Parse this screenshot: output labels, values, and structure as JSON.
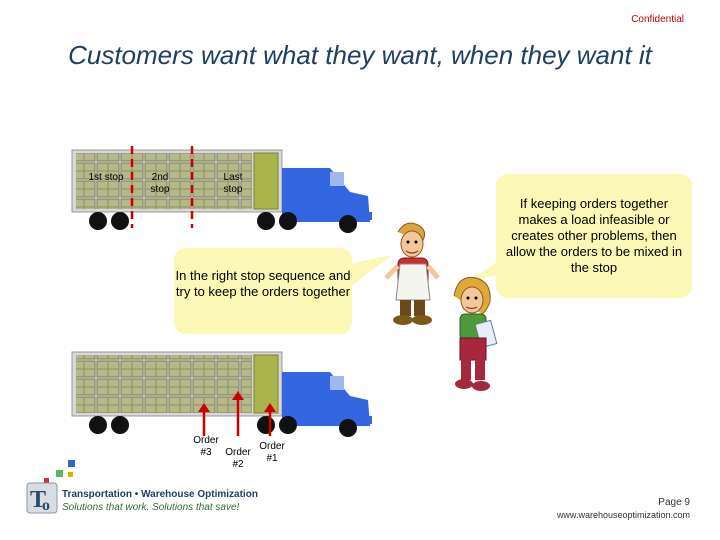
{
  "header": {
    "confidential": "Confidential",
    "title": "Customers want what they want, when they want it"
  },
  "truck_top": {
    "stops": [
      "1st stop",
      "2nd stop",
      "Last stop"
    ]
  },
  "callouts": {
    "left": "In the right stop sequence and try to keep the orders together",
    "right": "If keeping orders together makes a load infeasible or creates other problems, then allow the orders to be mixed in the stop"
  },
  "truck_bottom": {
    "orders": [
      "Order #3",
      "Order #2",
      "Order #1"
    ]
  },
  "footer": {
    "logo_line1": "Transportation • Warehouse Optimization",
    "logo_line2": "Solutions that work. Solutions that save!",
    "page": "Page 9",
    "website": "www.warehouseoptimization.com"
  },
  "colors": {
    "title": "#1f3f63",
    "confidential": "#c00000",
    "truck_cab": "#3366e0",
    "callout": "#fbf7b4",
    "divider": "#cc0000",
    "box": "#b5b889",
    "box_green": "#a9b54a"
  }
}
